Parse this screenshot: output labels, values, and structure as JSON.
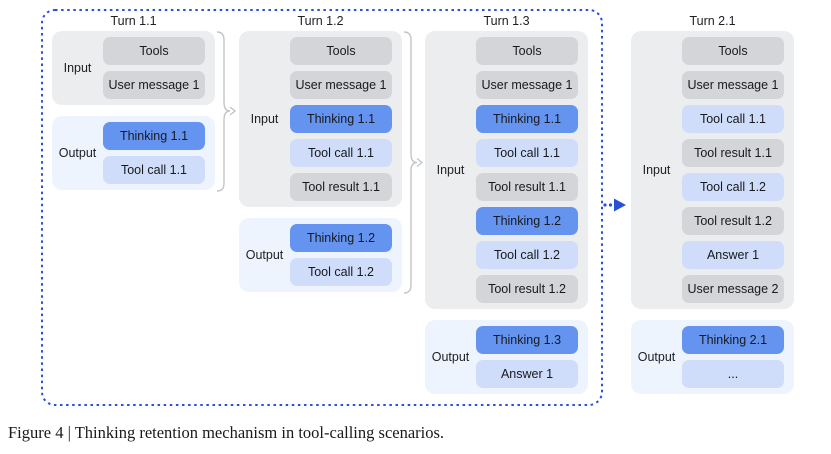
{
  "caption": "Figure 4 | Thinking retention mechanism in tool-calling scenarios.",
  "colors": {
    "frame_blue": "#2b50d8",
    "brace_gray": "#c3c5c8",
    "box_gray": "#d3d5d8",
    "box_blue": "#6494f0",
    "box_lightblue": "#cfddfa",
    "panel_gray": "#ebedee",
    "panel_lightblue": "#eef4fd"
  },
  "icons": {
    "brace_arrow": "curly-brace-with-right-arrow",
    "next_turn_arrow": "dashed-right-arrow"
  },
  "turns": [
    {
      "title": "Turn 1.1",
      "input_label": "Input",
      "output_label": "Output",
      "input_boxes": [
        {
          "label": "Tools",
          "type": "gray"
        },
        {
          "label": "User message 1",
          "type": "gray"
        }
      ],
      "output_boxes": [
        {
          "label": "Thinking 1.1",
          "type": "blue"
        },
        {
          "label": "Tool call 1.1",
          "type": "lightblue"
        }
      ]
    },
    {
      "title": "Turn 1.2",
      "input_label": "Input",
      "output_label": "Output",
      "input_boxes": [
        {
          "label": "Tools",
          "type": "gray"
        },
        {
          "label": "User message 1",
          "type": "gray"
        },
        {
          "label": "Thinking 1.1",
          "type": "blue"
        },
        {
          "label": "Tool call 1.1",
          "type": "lightblue"
        },
        {
          "label": "Tool result 1.1",
          "type": "gray"
        }
      ],
      "output_boxes": [
        {
          "label": "Thinking 1.2",
          "type": "blue"
        },
        {
          "label": "Tool call 1.2",
          "type": "lightblue"
        }
      ]
    },
    {
      "title": "Turn 1.3",
      "input_label": "Input",
      "output_label": "Output",
      "input_boxes": [
        {
          "label": "Tools",
          "type": "gray"
        },
        {
          "label": "User message 1",
          "type": "gray"
        },
        {
          "label": "Thinking 1.1",
          "type": "blue"
        },
        {
          "label": "Tool call 1.1",
          "type": "lightblue"
        },
        {
          "label": "Tool result 1.1",
          "type": "gray"
        },
        {
          "label": "Thinking 1.2",
          "type": "blue"
        },
        {
          "label": "Tool call 1.2",
          "type": "lightblue"
        },
        {
          "label": "Tool result 1.2",
          "type": "gray"
        }
      ],
      "output_boxes": [
        {
          "label": "Thinking 1.3",
          "type": "blue"
        },
        {
          "label": "Answer 1",
          "type": "lightblue"
        }
      ]
    },
    {
      "title": "Turn 2.1",
      "input_label": "Input",
      "output_label": "Output",
      "input_boxes": [
        {
          "label": "Tools",
          "type": "gray"
        },
        {
          "label": "User message 1",
          "type": "gray"
        },
        {
          "label": "Tool call 1.1",
          "type": "lightblue"
        },
        {
          "label": "Tool result 1.1",
          "type": "gray"
        },
        {
          "label": "Tool call 1.2",
          "type": "lightblue"
        },
        {
          "label": "Tool result 1.2",
          "type": "gray"
        },
        {
          "label": "Answer 1",
          "type": "lightblue"
        },
        {
          "label": "User message 2",
          "type": "gray"
        }
      ],
      "output_boxes": [
        {
          "label": "Thinking 2.1",
          "type": "blue"
        },
        {
          "label": "...",
          "type": "lightblue"
        }
      ]
    }
  ]
}
